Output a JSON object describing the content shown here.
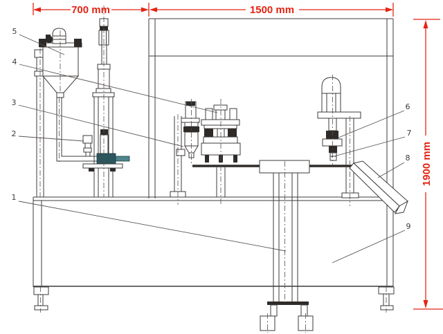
{
  "dimensions": {
    "width_left": {
      "label": "700 mm"
    },
    "width_right": {
      "label": "1500 mm"
    },
    "height": {
      "label": "1900 mm"
    }
  },
  "callouts": [
    {
      "label": "1"
    },
    {
      "label": "2"
    },
    {
      "label": "3"
    },
    {
      "label": "4"
    },
    {
      "label": "5"
    },
    {
      "label": "6"
    },
    {
      "label": "7"
    },
    {
      "label": "8"
    },
    {
      "label": "9"
    }
  ],
  "colors": {
    "background": "#ffffff",
    "drawing_line": "#3d3a38",
    "dimension_red": "#e42313",
    "part_black": "#2e2b29",
    "valve_block_teal": "#2b565d",
    "valve_bar_teal": "#4d868d"
  }
}
